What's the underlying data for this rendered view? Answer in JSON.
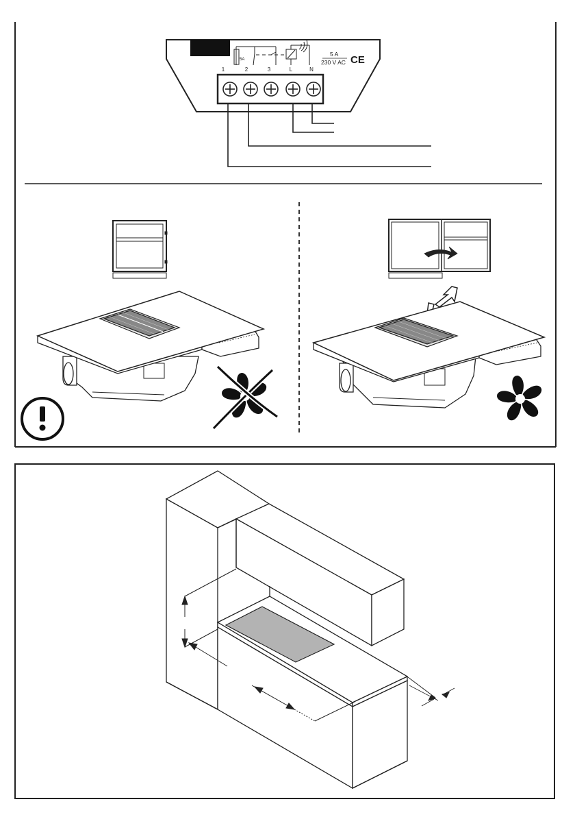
{
  "wiring_panel": {
    "fuse_rating": "5A",
    "terminal_numbers": [
      "1",
      "2",
      "3"
    ],
    "terminal_letters": [
      "L",
      "N"
    ],
    "rating_current": "5 A",
    "rating_voltage": "230 V AC",
    "ce_mark": "CE"
  }
}
